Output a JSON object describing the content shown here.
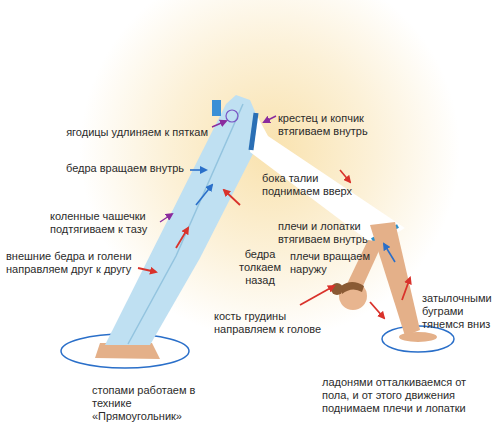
{
  "diagram": {
    "labels": [
      "ягодицы удлиняем к пяткам",
      "крестец и копчик втягиваем внутрь",
      "бедра вращаем внутрь",
      "бока талии поднимаем вверх",
      "коленные чашечки подтягиваем к тазу",
      "плечи и лопатки втягиваем внутрь",
      "бедра толкаем назад",
      "плечи вращаем наружу",
      "внешние бедра и голени направляем друг к другу",
      "кость грудины направляем к голове",
      "затылочными буграми тянемся вниз",
      "стопами работаем в технике «Прямоугольник»",
      "ладонями отталкиваемся от пола, и от этого движения поднимаем плечи и лопатки"
    ]
  }
}
